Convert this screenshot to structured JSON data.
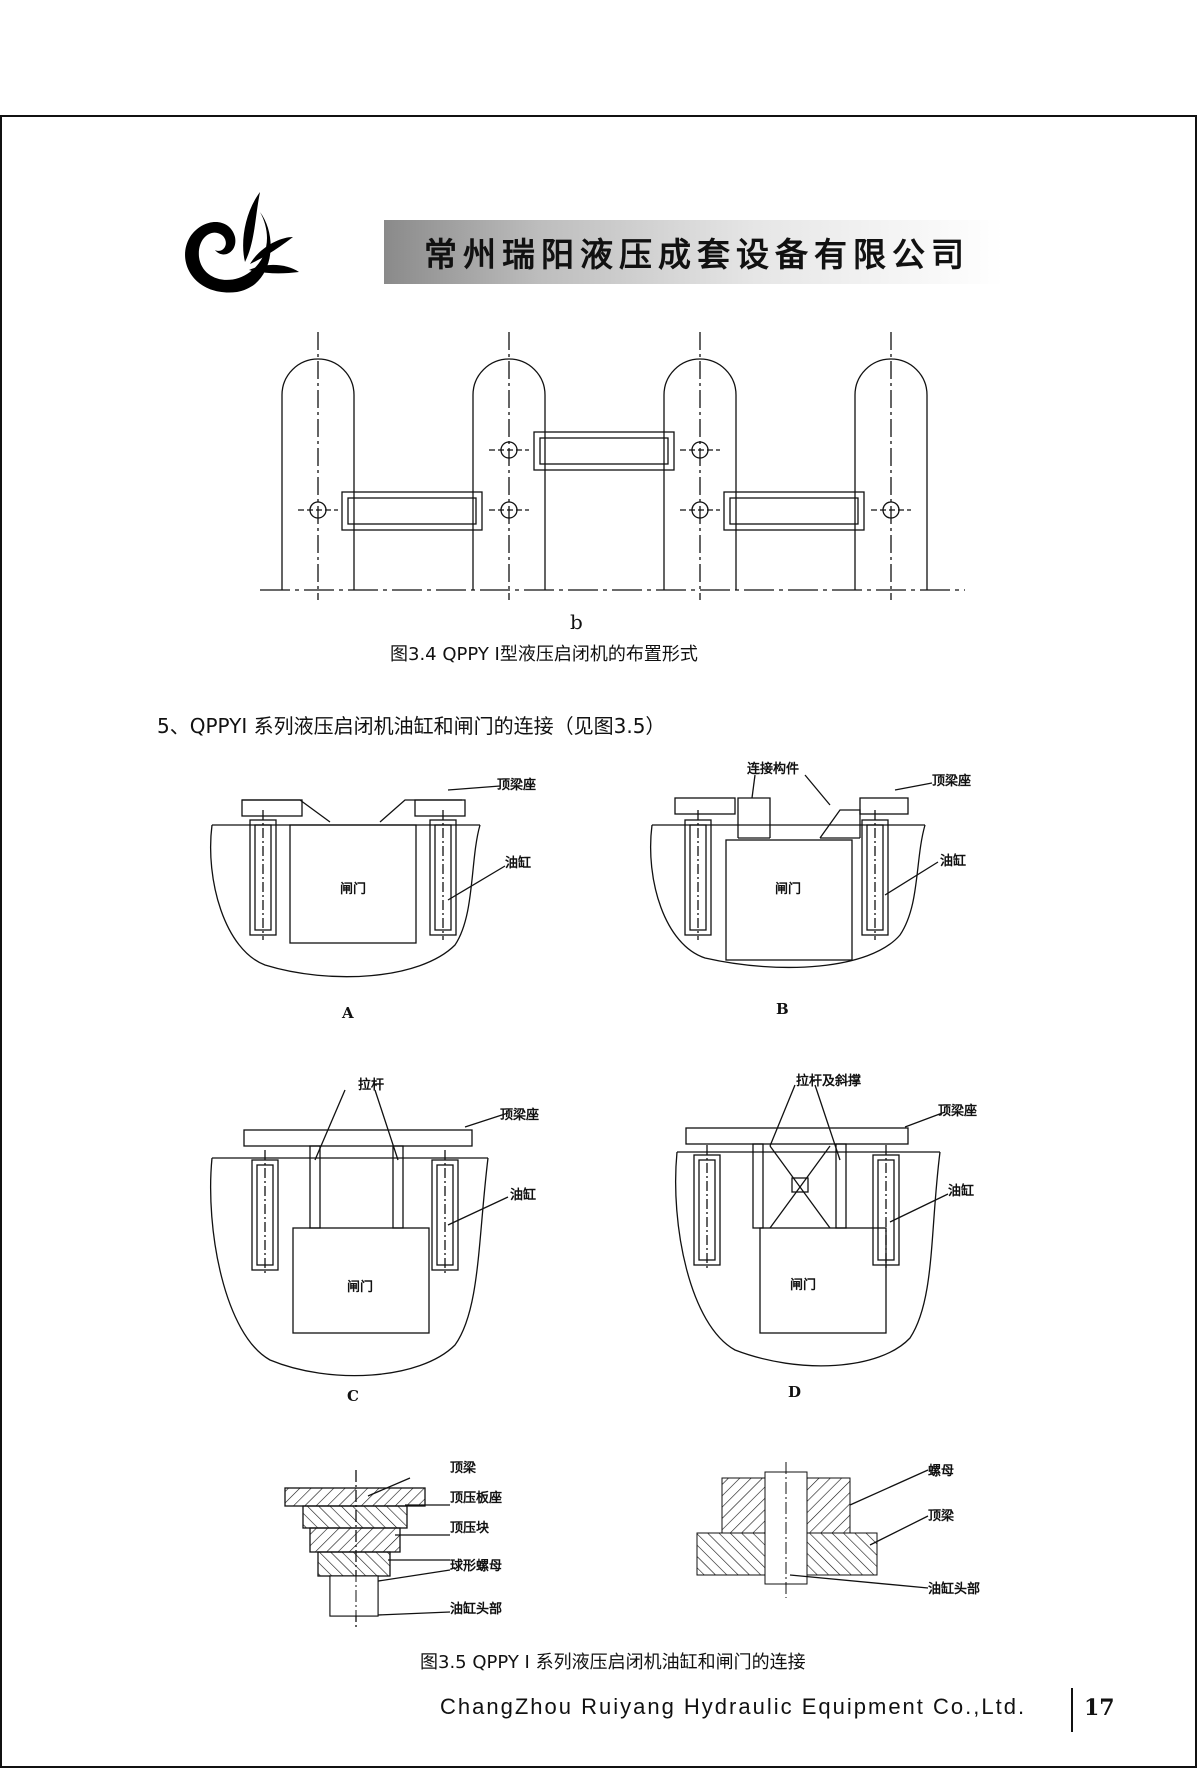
{
  "header": {
    "company_name": "常州瑞阳液压成套设备有限公司"
  },
  "figure_3_4": {
    "sub_label": "b",
    "caption": "图3.4 QPPY Ⅰ型液压启闭机的布置形式"
  },
  "section": {
    "heading": "5、QPPYⅠ 系列液压启闭机油缸和闸门的连接（见图3.5）"
  },
  "diagrams": {
    "A": {
      "letter": "A",
      "gate": "闸门",
      "beam_seat": "顶梁座",
      "cylinder": "油缸"
    },
    "B": {
      "letter": "B",
      "connector": "连接构件",
      "gate": "闸门",
      "beam_seat": "顶梁座",
      "cylinder": "油缸"
    },
    "C": {
      "letter": "C",
      "tie_rod": "拉杆",
      "gate": "闸门",
      "beam_seat": "顶梁座",
      "cylinder": "油缸"
    },
    "D": {
      "letter": "D",
      "tie_rod_brace": "拉杆及斜撑",
      "gate": "闸门",
      "beam_seat": "顶梁座",
      "cylinder": "油缸"
    }
  },
  "detail_left": {
    "top_beam": "顶梁",
    "press_plate_seat": "顶压板座",
    "press_block": "顶压块",
    "ball_nut": "球形螺母",
    "cylinder_head": "油缸头部"
  },
  "detail_right": {
    "nut": "螺母",
    "top_beam": "顶梁",
    "cylinder_head": "油缸头部"
  },
  "figure_3_5": {
    "caption": "图3.5 QPPY Ⅰ 系列液压启闭机油缸和闸门的连接"
  },
  "footer": {
    "company_en": "ChangZhou Ruiyang Hydraulic Equipment Co.,Ltd.",
    "page_number": "17"
  }
}
